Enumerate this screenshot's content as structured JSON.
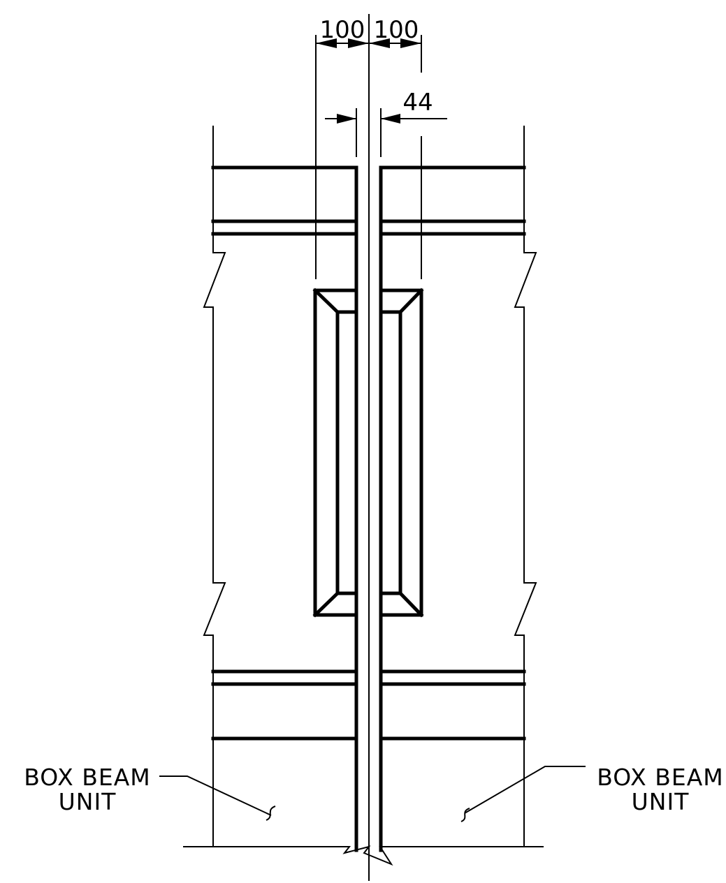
{
  "dimensions": {
    "left_offset": "100",
    "right_offset": "100",
    "joint_width": "44"
  },
  "labels": {
    "left": {
      "line1": "BOX BEAM",
      "line2": "UNIT"
    },
    "right": {
      "line1": "BOX BEAM",
      "line2": "UNIT"
    }
  },
  "colors": {
    "ink": "#000000",
    "paper": "#ffffff"
  }
}
